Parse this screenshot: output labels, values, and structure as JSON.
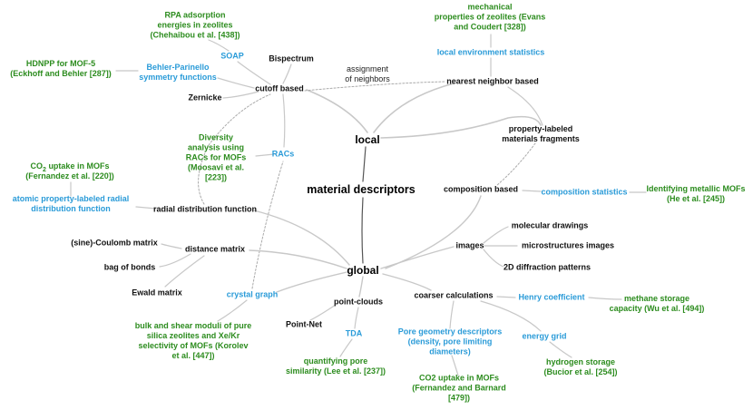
{
  "colors": {
    "edge": "#c8c8c8",
    "edge_dark": "#555555",
    "dotted": "#aaaaaa",
    "method": "#2a9bd8",
    "application": "#2c8c1e",
    "concept": "#111111"
  },
  "labels": {
    "title": "material descriptors",
    "local": "local",
    "global": "global",
    "rpa": [
      "RPA adsorption",
      "energies in zeolites",
      "(Chehaibou et al. [438])"
    ],
    "soap": "SOAP",
    "bispectrum": "Bispectrum",
    "hdnpp": [
      "HDNPP for MOF-5",
      "(Eckhoff and Behler [287])"
    ],
    "behler": [
      "Behler-Parinello",
      "symmetry functions"
    ],
    "cutoff": "cutoff based",
    "zernicke": "Zernicke",
    "assignment": [
      "assignment",
      "of neighbors"
    ],
    "mechanical": [
      "mechanical",
      "properties of zeolites (Evans",
      "and Coudert [328])"
    ],
    "local_env": "local environment statistics",
    "nearest": "nearest neighbor based",
    "fragments": [
      "property-labeled",
      "materials fragments"
    ],
    "diversity": [
      "Diversity",
      "analysis using",
      "RACs for MOFs",
      "(Moosavi et al.",
      "[223])"
    ],
    "racs": "RACs",
    "co2_mofs_a": [
      "CO",
      "2",
      " uptake in MOFs",
      "(Fernandez et al. [220])"
    ],
    "atomic_rdf": [
      "atomic property-labeled radial",
      "distribution function"
    ],
    "rdf": "radial distribution function",
    "composition": "composition based",
    "comp_stats": "composition statistics",
    "metallic": [
      "Identifying metallic MOFs",
      "(He et al. [245])"
    ],
    "coulomb": "(sine)-Coulomb matrix",
    "distance": "distance matrix",
    "bag": "bag of bonds",
    "ewald": "Ewald matrix",
    "images": "images",
    "molecular": "molecular drawings",
    "microstructures": "microstructures images",
    "diffraction": "2D diffraction patterns",
    "crystal": "crystal graph",
    "pointclouds": "point-clouds",
    "pointnet": "Point-Net",
    "coarser": "coarser calculations",
    "henry": "Henry coefficient",
    "methane": [
      "methane storage",
      "capacity (Wu et al. [494])"
    ],
    "bulk": [
      "bulk and shear moduli of pure",
      "silica zeolites and Xe/Kr",
      "selectivity of MOFs (Korolev",
      "et al. [447])"
    ],
    "tda": "TDA",
    "quantifying": [
      "quantifying pore",
      "similarity (Lee et al. [237])"
    ],
    "pore": [
      "Pore geometry descriptors",
      "(density, pore limiting",
      "diameters)"
    ],
    "energy_grid": "energy grid",
    "hydrogen": [
      "hydrogen storage",
      "(Bucior et al. [254])"
    ],
    "co2_mofs_b": [
      "CO2 uptake in MOFs",
      "(Fernandez and Barnard",
      "[479])"
    ]
  }
}
